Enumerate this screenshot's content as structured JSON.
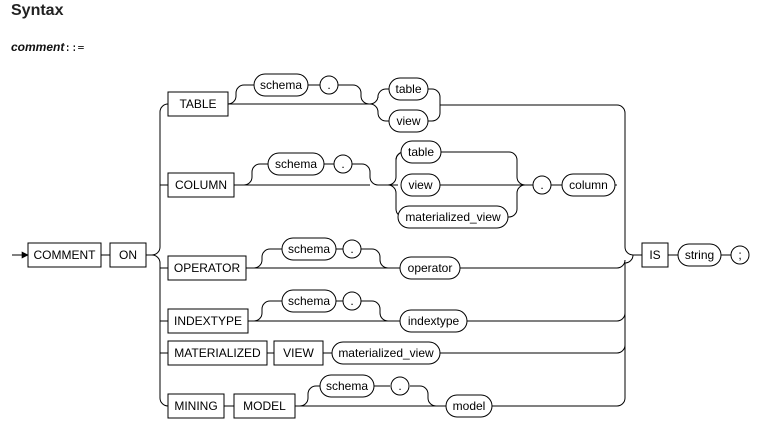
{
  "heading": "Syntax",
  "production": {
    "name": "comment",
    "operator": "::="
  },
  "keywords": {
    "comment": "COMMENT",
    "on": "ON",
    "table": "TABLE",
    "column": "COLUMN",
    "operator": "OPERATOR",
    "indextype": "INDEXTYPE",
    "materialized": "MATERIALIZED",
    "view": "VIEW",
    "mining": "MINING",
    "model": "MODEL",
    "is": "IS"
  },
  "identifiers": {
    "schema": "schema",
    "table": "table",
    "view": "view",
    "materialized_view": "materialized_view",
    "column": "column",
    "operator": "operator",
    "indextype": "indextype",
    "model": "model",
    "string": "string"
  },
  "punctuation": {
    "dot": ".",
    "semicolon": ";"
  }
}
